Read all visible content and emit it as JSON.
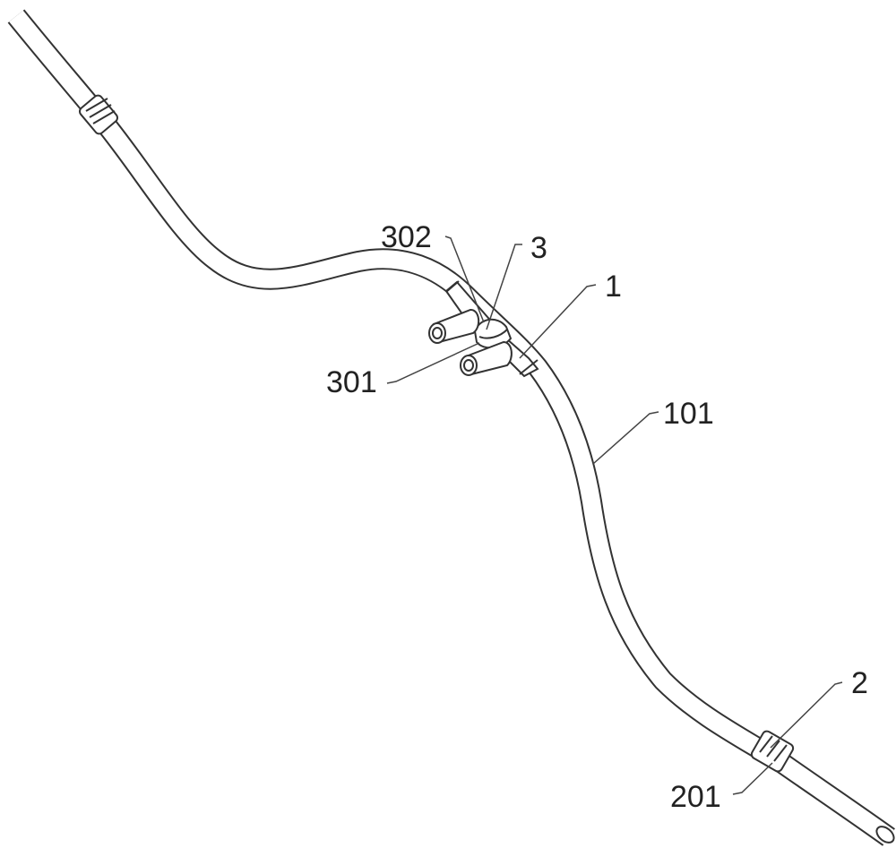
{
  "figure": {
    "labels": {
      "l302": "302",
      "l3": "3",
      "l1": "1",
      "l301": "301",
      "l101": "101",
      "l2": "2",
      "l201": "201"
    }
  }
}
